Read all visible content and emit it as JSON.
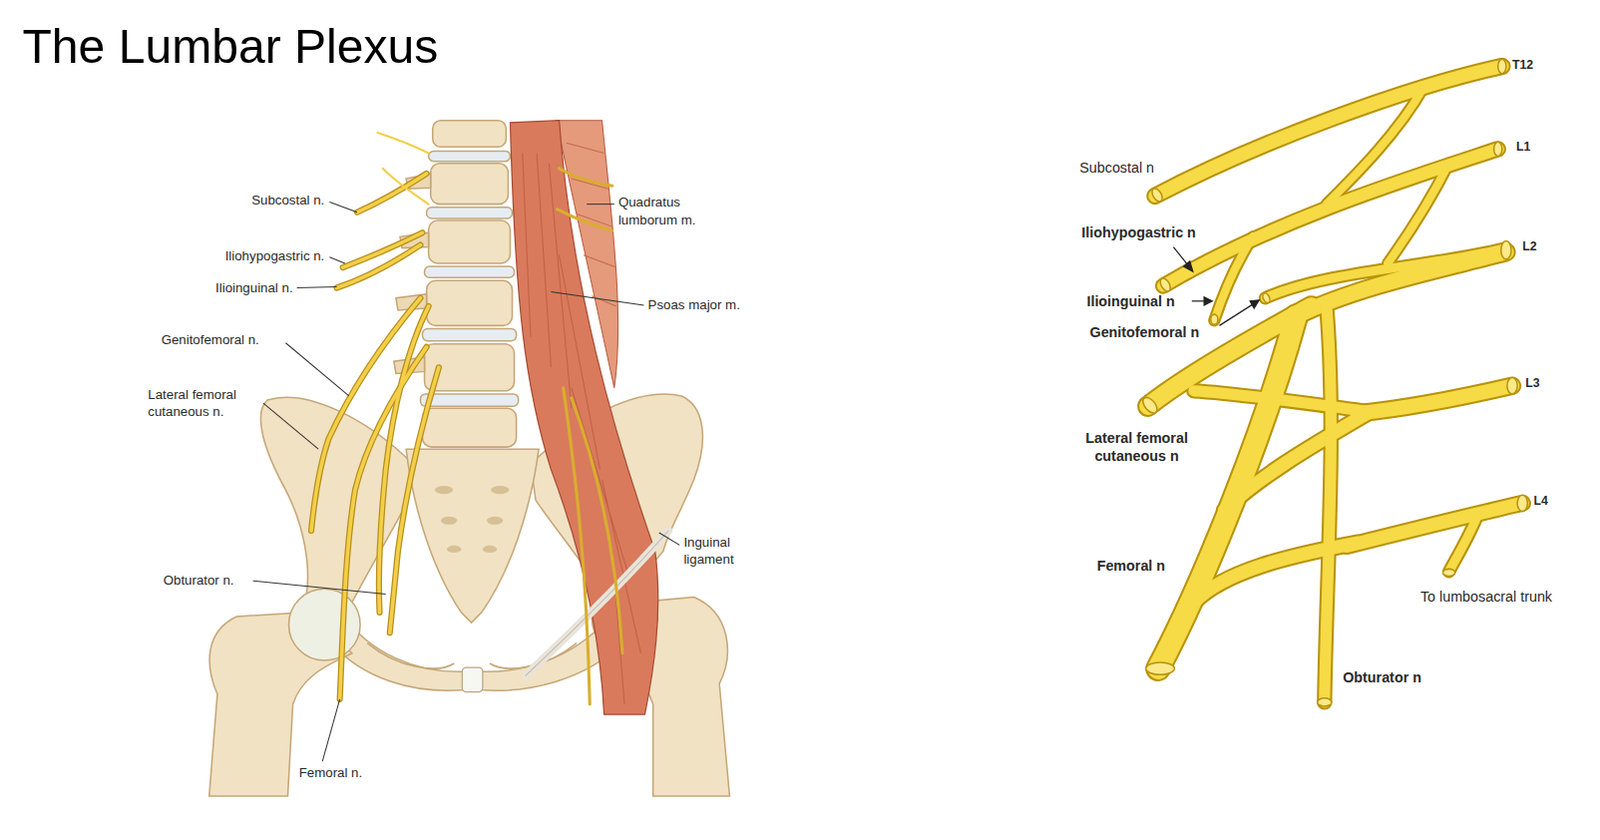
{
  "diagram": {
    "title": "The Lumbar Plexus",
    "labels": [
      "Subcostal n.",
      "Iliohypogastric n.",
      "Ilioinguinal n.",
      "Genitofemoral n.",
      "Lateral femoral cutaneous n.",
      "Obturator n.",
      "Femoral n.",
      "Quadratus lumborum m.",
      "Psoas major m.",
      "Inguinal ligament",
      "T12",
      "L1",
      "Subcostal n",
      "Iliohypogastric n",
      "L2",
      "Ilioinguinal n",
      "Genitofemoral n",
      "L3",
      "Lateral femoral cutaneous n",
      "L4",
      "Femoral n",
      "To lumbosacral trunk",
      "Obturator n"
    ]
  }
}
